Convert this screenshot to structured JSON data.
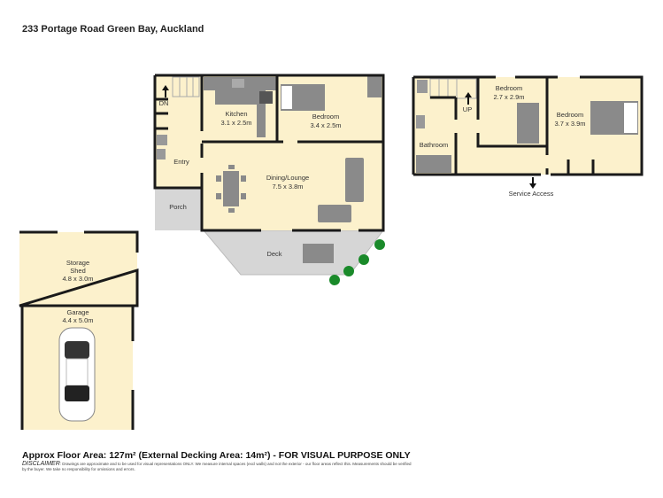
{
  "header": {
    "address": "233 Portage Road Green Bay, Auckland"
  },
  "colors": {
    "floor": "#fcf1cc",
    "wall": "#1a1a1a",
    "grey_area": "#d6d6d6",
    "furniture": "#8a8a8a",
    "plants": "#1a8a2a"
  },
  "rooms": {
    "kitchen": {
      "name": "Kitchen",
      "size": "3.1 x 2.5m"
    },
    "bedroom1": {
      "name": "Bedroom",
      "size": "3.4 x 2.5m"
    },
    "entry": {
      "name": "Entry"
    },
    "dining": {
      "name": "Dining/Lounge",
      "size": "7.5 x 3.8m"
    },
    "porch": {
      "name": "Porch"
    },
    "deck": {
      "name": "Deck"
    },
    "stairs_down": {
      "name": "DN"
    },
    "stairs_up": {
      "name": "UP"
    },
    "bedroom2": {
      "name": "Bedroom",
      "size": "2.7 x 2.9m"
    },
    "bedroom3": {
      "name": "Bedroom",
      "size": "3.7 x 3.9m"
    },
    "bathroom": {
      "name": "Bathroom"
    },
    "service": {
      "name": "Service Access"
    },
    "shed": {
      "name1": "Storage",
      "name2": "Shed",
      "size": "4.8 x 3.0m"
    },
    "garage": {
      "name": "Garage",
      "size": "4.4 x 5.0m"
    }
  },
  "footer": {
    "area": "Approx Floor Area: 127m² (External Decking Area: 14m²) - FOR VISUAL PURPOSE ONLY",
    "disclaimer_label": "DISCLAIMER",
    "disclaimer_text": ": Drawings are approximate and to be used for visual representations ONLY. We measure internal spaces (excl walls) and not the exterior - our floor areas reflect this. Measurements should be verified by the buyer. We take no responsibility for omissions and errors."
  }
}
